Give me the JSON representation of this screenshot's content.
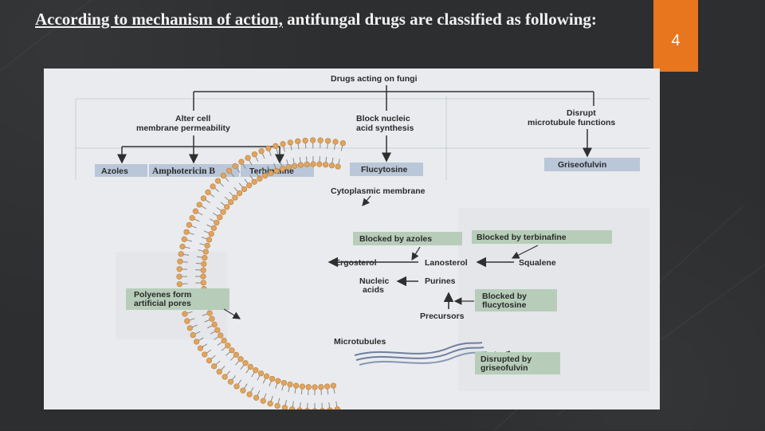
{
  "slide": {
    "title_underlined": "According to mechanism of action,",
    "title_rest": " antifungal drugs are classified as following:",
    "page_number": "4",
    "accent_color": "#e8761f"
  },
  "figure": {
    "tree": {
      "root": "Drugs acting on fungi",
      "branch_left_line1": "Alter cell",
      "branch_left_line2": "membrane permeability",
      "branch_mid_line1": "Block nucleic",
      "branch_mid_line2": "acid synthesis",
      "branch_right_line1": "Disrupt",
      "branch_right_line2": "microtubule functions",
      "drug_azoles": "Azoles",
      "drug_amphotericin": "Amphotericin B",
      "drug_terbinafine": "Terbinafine",
      "drug_flucytosine": "Flucytosine",
      "drug_griseofulvin": "Griseofulvin"
    },
    "cell": {
      "membrane_label": "Cytoplasmic membrane",
      "blocked_azoles": "Blocked by azoles",
      "blocked_terbinafine": "Blocked by terbinafine",
      "ergosterol": "Ergosterol",
      "lanosterol": "Lanosterol",
      "squalene": "Squalene",
      "nucleic_line1": "Nucleic",
      "nucleic_line2": "acids",
      "purines": "Purines",
      "blocked_flucytosine_line1": "Blocked by",
      "blocked_flucytosine_line2": "flucytosine",
      "precursors": "Precursors",
      "polyenes_line1": "Polyenes form",
      "polyenes_line2": "artificial pores",
      "microtubules": "Microtubules",
      "disrupted_line1": "Disrupted by",
      "disrupted_line2": "griseofulvin"
    }
  }
}
